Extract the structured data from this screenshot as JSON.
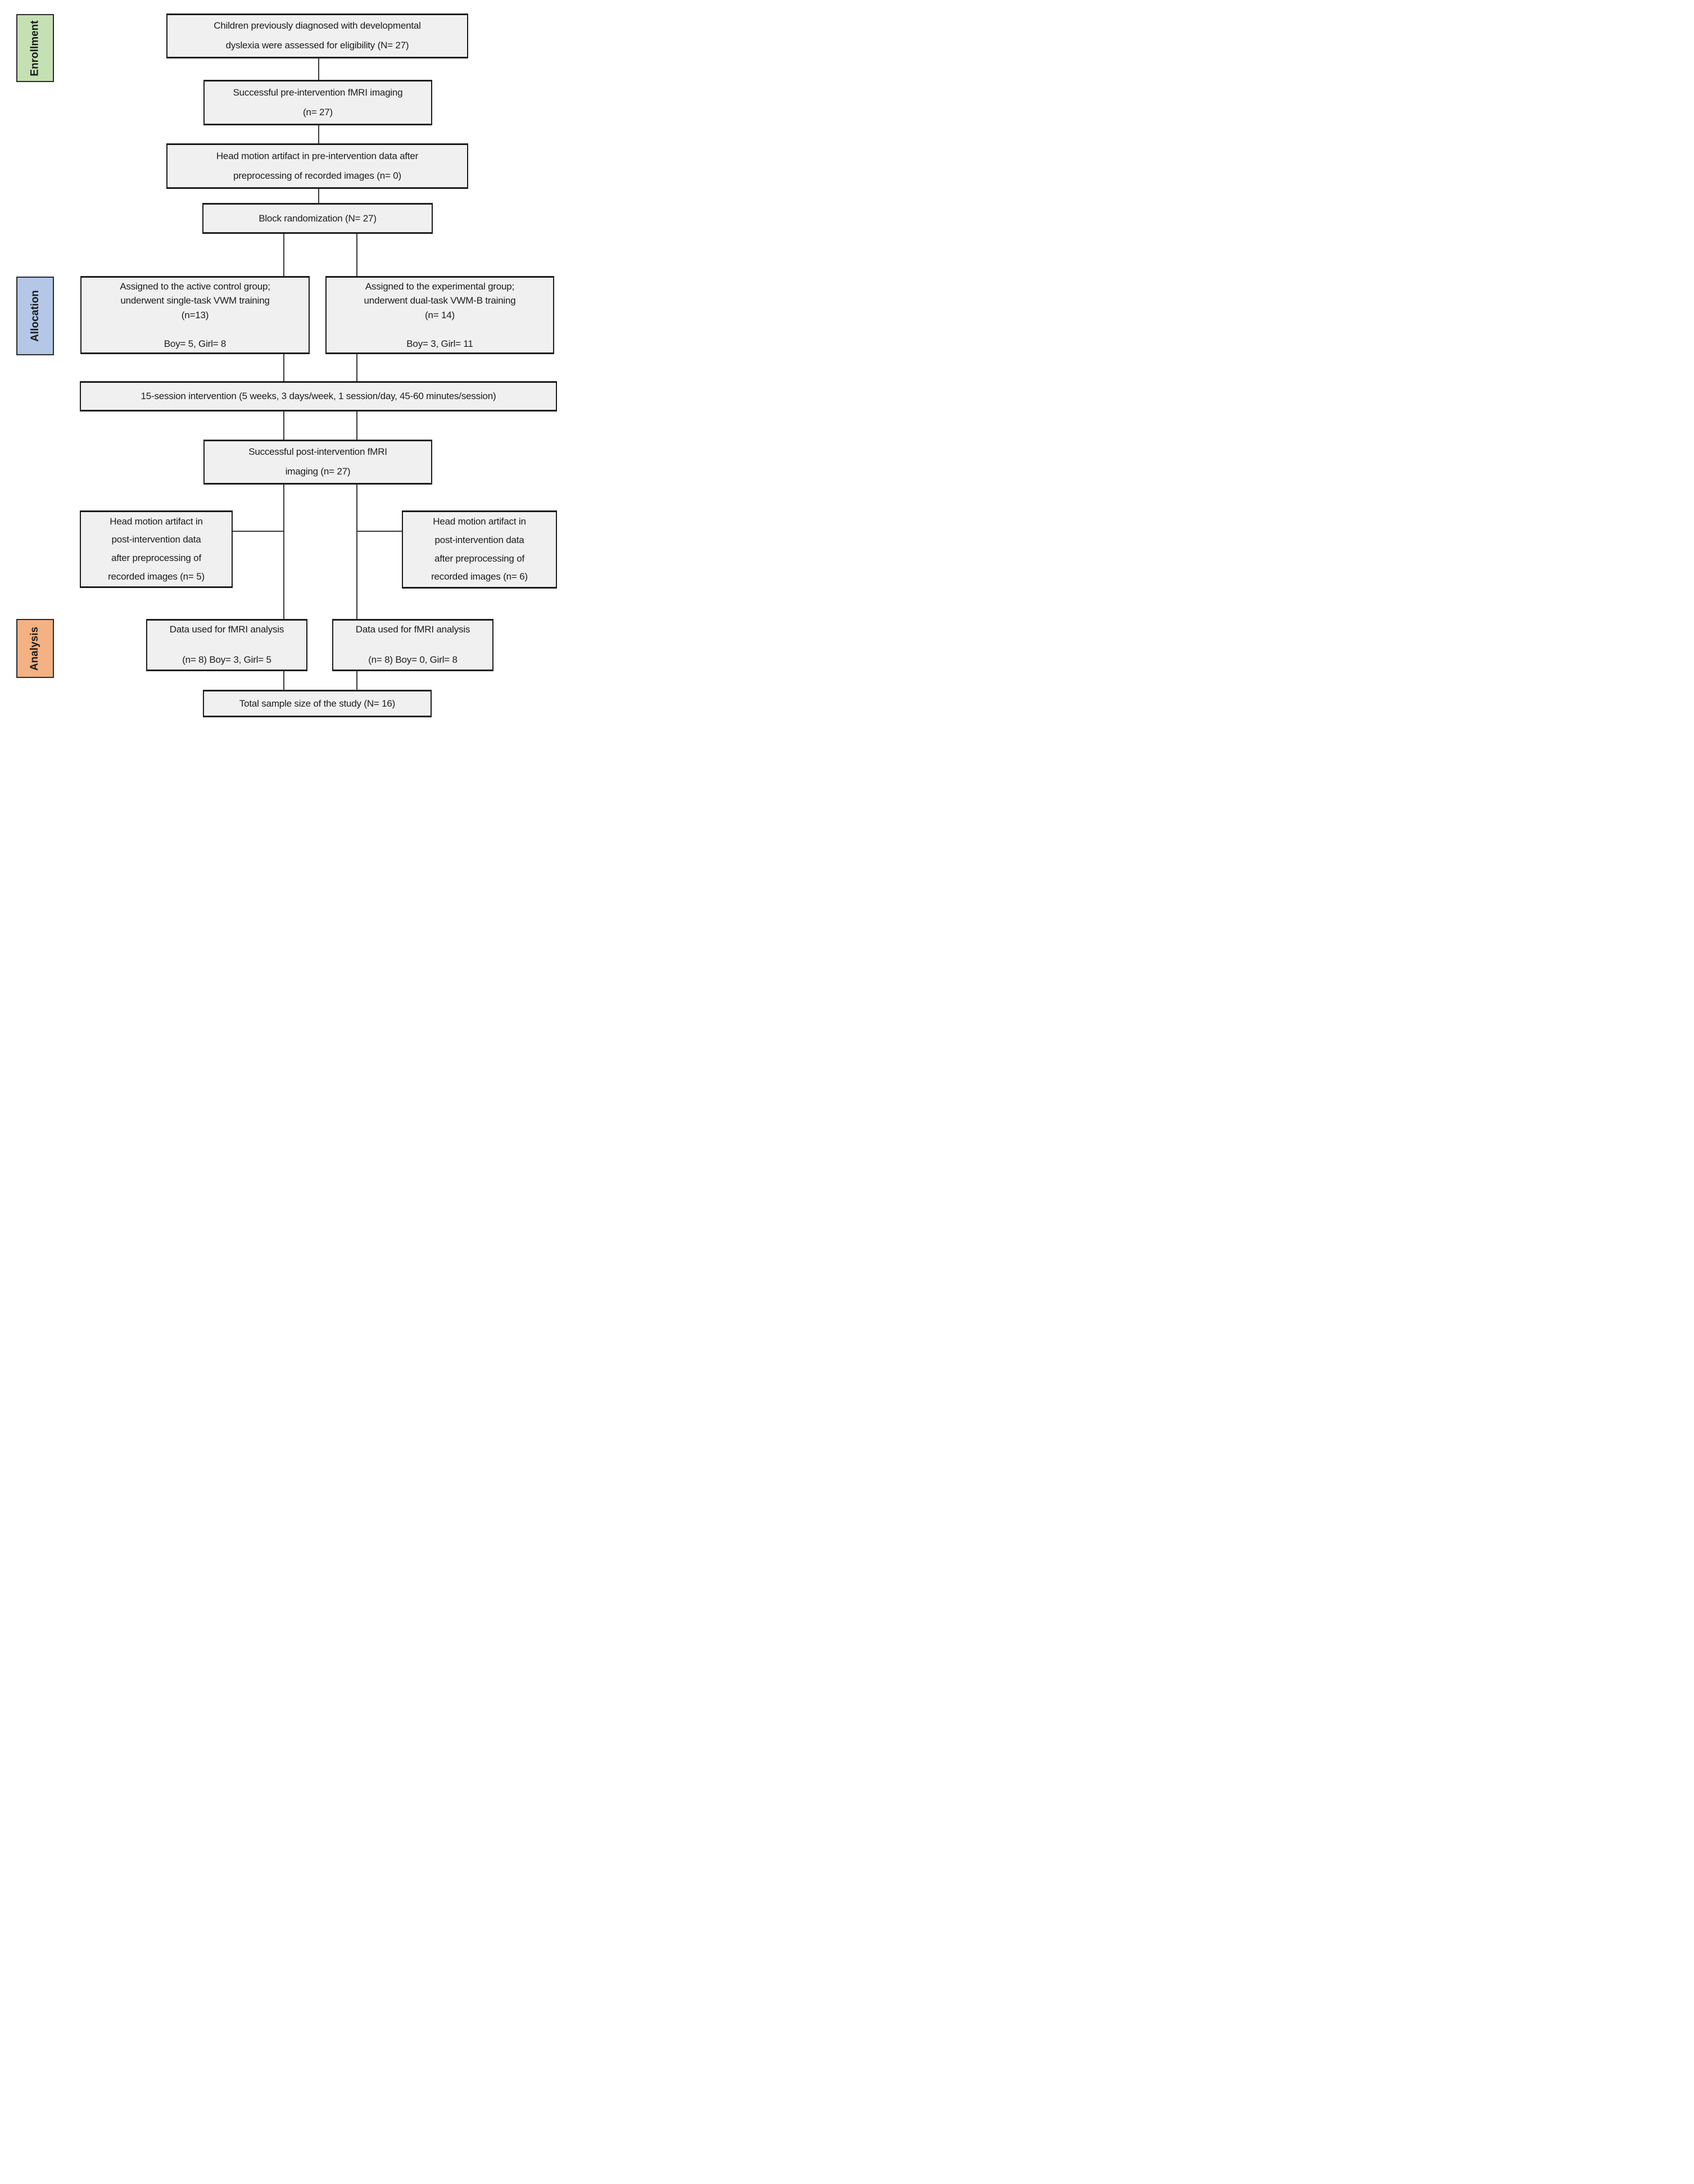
{
  "diagram": {
    "title": "CONSORT-style participant flow diagram",
    "stages": [
      {
        "label": "Enrollment",
        "color": "#c5e0b3"
      },
      {
        "label": "Allocation",
        "color": "#b4c7e7"
      },
      {
        "label": "Analysis",
        "color": "#f4b183"
      }
    ],
    "boxes": {
      "eligibility": "Children previously diagnosed with developmental\ndyslexia were assessed for eligibility (N= 27)",
      "pre_fmri": "Successful pre-intervention fMRI imaging\n(n= 27)",
      "head_motion_pre": "Head motion artifact in pre-intervention data after\npreprocessing of recorded images (n= 0)",
      "randomization": "Block randomization (N= 27)",
      "control_group": "Assigned to the active control group;\nunderwent single-task VWM training\n(n=13)\n\nBoy= 5, Girl= 8",
      "experimental_group": "Assigned to the experimental group;\nunderwent dual-task VWM-B training\n(n= 14)\n\nBoy= 3, Girl= 11",
      "intervention": "15-session intervention (5 weeks, 3 days/week, 1 session/day, 45-60 minutes/session)",
      "post_fmri": "Successful post-intervention fMRI\nimaging (n= 27)",
      "head_motion_post_left": "Head motion artifact in\npost-intervention data\nafter preprocessing of\nrecorded images (n= 5)",
      "head_motion_post_right": "Head motion artifact in\npost-intervention data\nafter preprocessing of\nrecorded images (n= 6)",
      "analysis_left": "Data used for fMRI analysis\n\n(n= 8) Boy= 3, Girl= 5",
      "analysis_right": "Data used for fMRI analysis\n\n(n= 8) Boy= 0, Girl= 8",
      "total": "Total sample size of the study (N= 16)"
    },
    "colors": {
      "box_fill": "#f0f0f0",
      "box_border": "#1c1c1c",
      "connector": "#3a3a3a",
      "text": "#1b1b1b"
    }
  }
}
